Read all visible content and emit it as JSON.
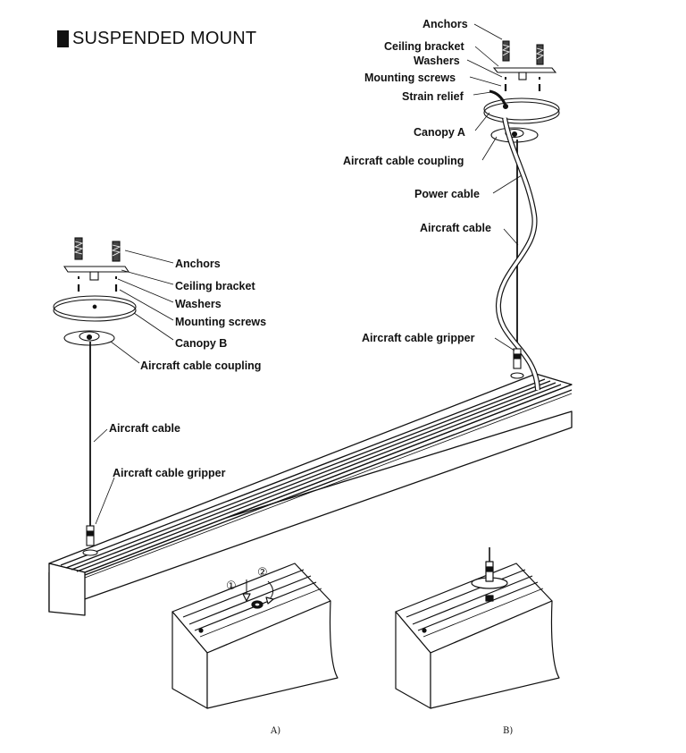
{
  "title": "SUSPENDED MOUNT",
  "left_assembly": {
    "labels": [
      "Anchors",
      "Ceiling bracket",
      "Washers",
      "Mounting screws",
      "Canopy B",
      "Aircraft cable coupling",
      "Aircraft cable",
      "Aircraft cable gripper"
    ]
  },
  "right_assembly": {
    "labels": [
      "Anchors",
      "Ceiling bracket",
      "Washers",
      "Mounting screws",
      "Strain relief",
      "Canopy A",
      "Aircraft cable coupling",
      "Power cable",
      "Aircraft cable",
      "Aircraft cable gripper"
    ]
  },
  "details": {
    "a": {
      "caption": "A)",
      "step1": "①",
      "step2": "②"
    },
    "b": {
      "caption": "B)"
    }
  }
}
